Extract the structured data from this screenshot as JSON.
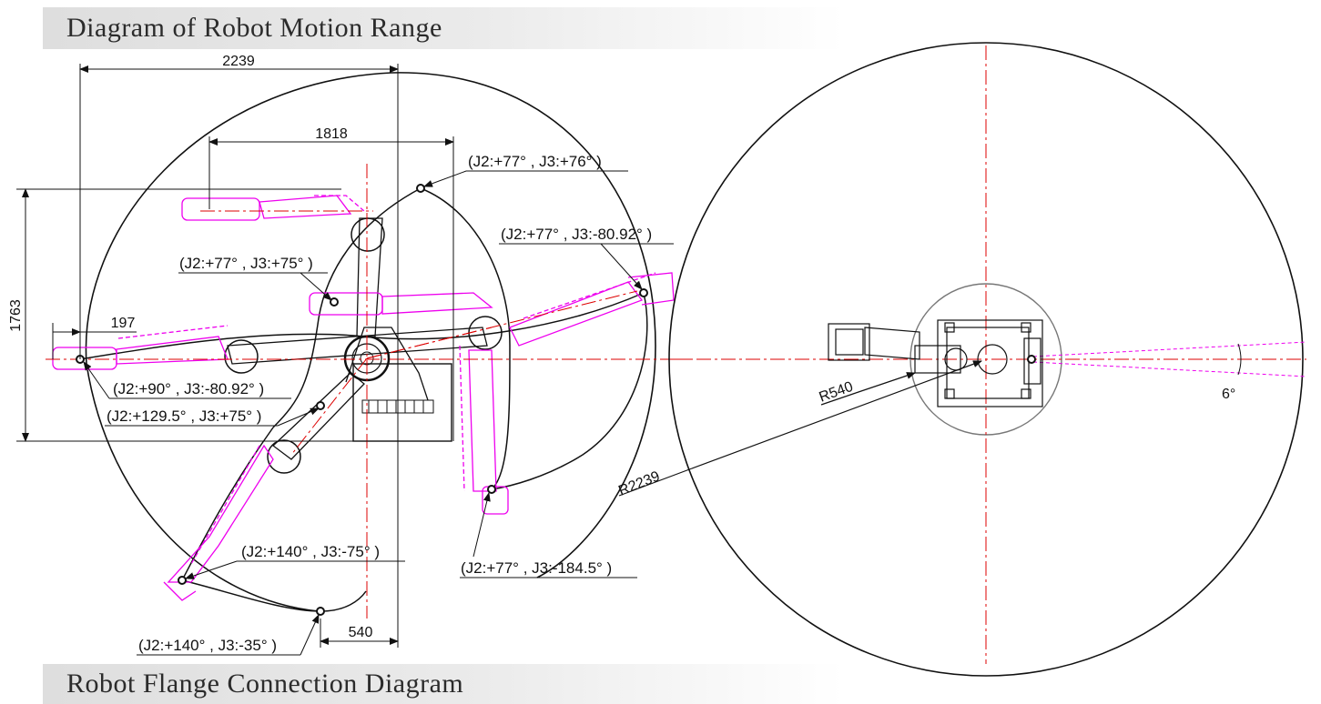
{
  "headers": {
    "top": "Diagram of Robot Motion Range",
    "bottom": "Robot Flange Connection Diagram"
  },
  "dimensions": {
    "width_total": "2239",
    "width_inner": "1818",
    "height": "1763",
    "offset": "197",
    "base_offset": "540",
    "radius_outer": "R2239",
    "radius_inner": "R540",
    "angle": "6°"
  },
  "positions": {
    "p1": "(J2:+77° , J3:+76° )",
    "p2": "(J2:+77° , J3:-80.92° )",
    "p3": "(J2:+77° , J3:+75° )",
    "p4": "(J2:+90° , J3:-80.92° )",
    "p5": "(J2:+129.5° , J3:+75° )",
    "p6": "(J2:+140° , J3:-75° )",
    "p7": "(J2:+77° , J3:-184.5° )",
    "p8": "(J2:+140° , J3:-35° )"
  },
  "colors": {
    "outline": "#111111",
    "robot": "#ee00ee",
    "centerline": "#dd0000"
  }
}
